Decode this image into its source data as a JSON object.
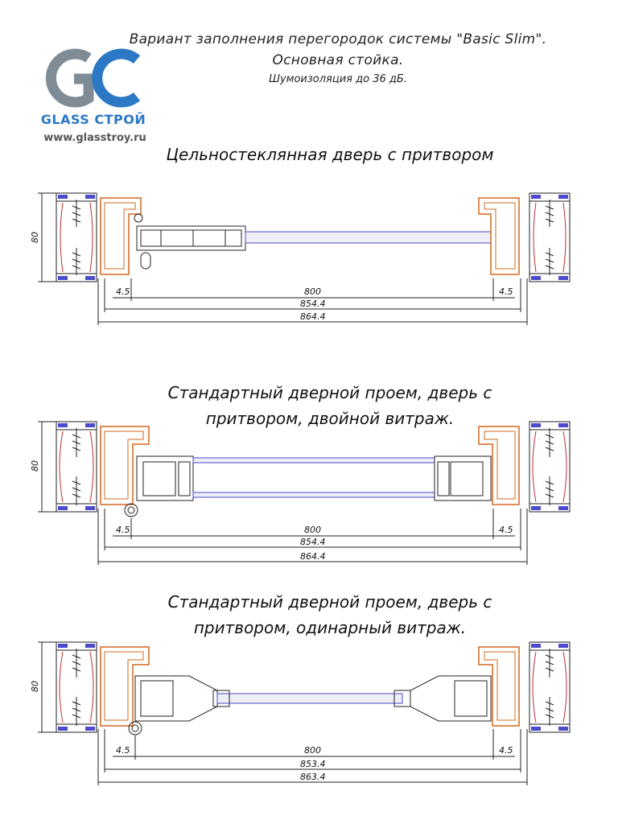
{
  "header": {
    "line1": "Вариант заполнения перегородок системы \"Basic Slim\".",
    "line2": "Основная стойка.",
    "line3": "Шумоизоляция до 36 дБ."
  },
  "logo": {
    "letters": "GC",
    "brand": "GLASS СТРОЙ",
    "site": "www.glasstroy.ru",
    "colors": {
      "grey": "#7f8c96",
      "blue": "#2c78c5"
    }
  },
  "sections": [
    {
      "title_lines": [
        "Цельностеклянная дверь с притвором"
      ],
      "height_label": "80",
      "dims": {
        "gap_left": "4.5",
        "gap_right": "4.5",
        "opening": "800",
        "inner": "854.4",
        "outer": "864.4"
      }
    },
    {
      "title_lines": [
        "Стандартный дверной проем, дверь с",
        "притвором, двойной витраж."
      ],
      "height_label": "80",
      "dims": {
        "gap_left": "4.5",
        "gap_right": "4.5",
        "opening": "800",
        "inner": "854.4",
        "outer": "864.4"
      }
    },
    {
      "title_lines": [
        "Стандартный дверной проем, дверь с",
        "притвором, одинарный витраж."
      ],
      "height_label": "80",
      "dims": {
        "gap_left": "4.5",
        "gap_right": "4.5",
        "opening": "800",
        "inner": "853.4",
        "outer": "863.4"
      }
    }
  ],
  "colors": {
    "frame": "#d2691e",
    "glass": "#4b4bcc",
    "line": "#222222",
    "seal": "#c03030"
  }
}
